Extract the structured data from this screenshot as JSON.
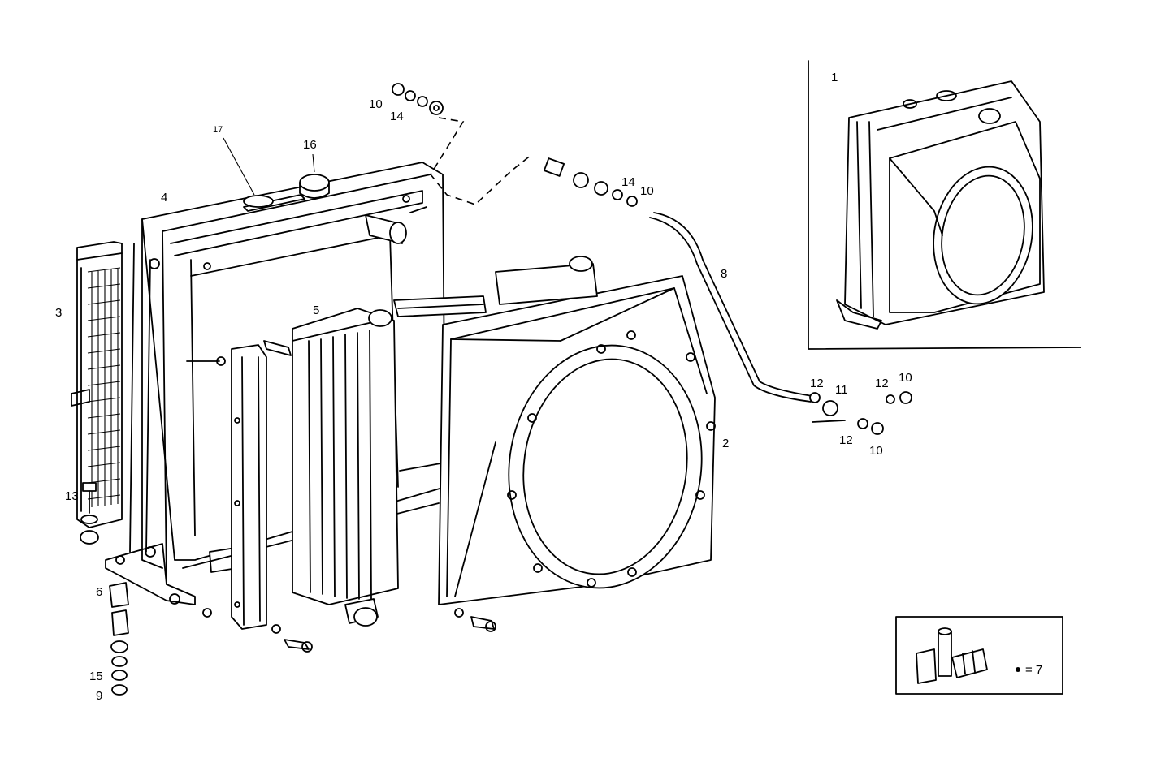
{
  "callouts": {
    "c1": "1",
    "c2": "2",
    "c3": "3",
    "c4": "4",
    "c5": "5",
    "c6": "6",
    "c8": "8",
    "c9": "9",
    "c10a": "10",
    "c10b": "10",
    "c10c": "10",
    "c10d": "10",
    "c11": "11",
    "c12a": "12",
    "c12b": "12",
    "c12c": "12",
    "c13": "13",
    "c14a": "14",
    "c14b": "14",
    "c15": "15",
    "c16": "16",
    "c17": "17"
  },
  "legend": {
    "text": "= 7"
  },
  "icons": {
    "radiator": "radiator-core-icon",
    "shroud": "fan-shroud-icon",
    "guard": "mesh-guard-icon",
    "intercooler": "intercooler-icon",
    "assembly": "assembly-view-icon",
    "kit": "parts-kit-icon"
  }
}
